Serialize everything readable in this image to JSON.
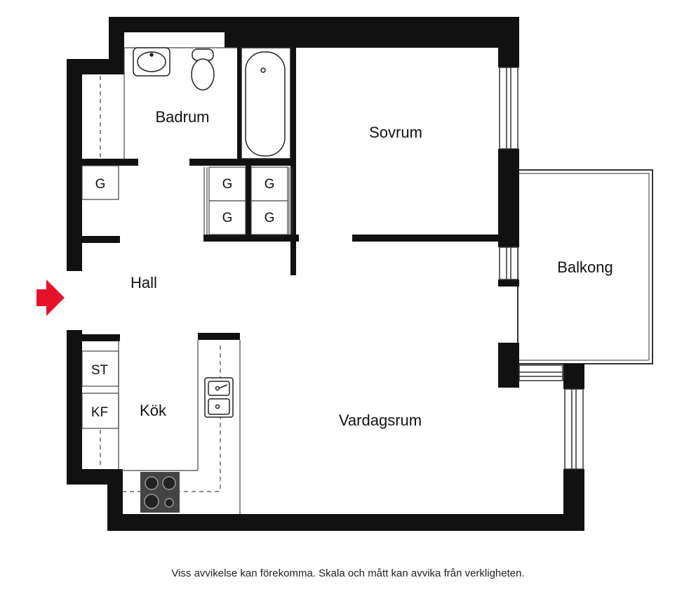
{
  "rooms": {
    "badrum": "Badrum",
    "sovrum": "Sovrum",
    "hall": "Hall",
    "kok": "Kök",
    "vardagsrum": "Vardagsrum",
    "balkong": "Balkong"
  },
  "closets": {
    "g_hall": "G",
    "g1": "G",
    "g2": "G",
    "g3": "G",
    "g4": "G",
    "st": "ST",
    "kf": "KF"
  },
  "footer": {
    "disclaimer": "Viss avvikelse kan förekomma. Skala och mått kan avvika från verkligheten."
  },
  "colors": {
    "wall": "#111111",
    "entrance_arrow": "#e8112d",
    "fixture_stroke": "#222222"
  },
  "icons": {
    "entrance": "entrance-arrow-icon",
    "sink": "sink-icon",
    "toilet": "toilet-icon",
    "bathtub": "bathtub-icon",
    "kitchen_sink": "kitchen-sink-icon",
    "stove": "stove-icon"
  }
}
